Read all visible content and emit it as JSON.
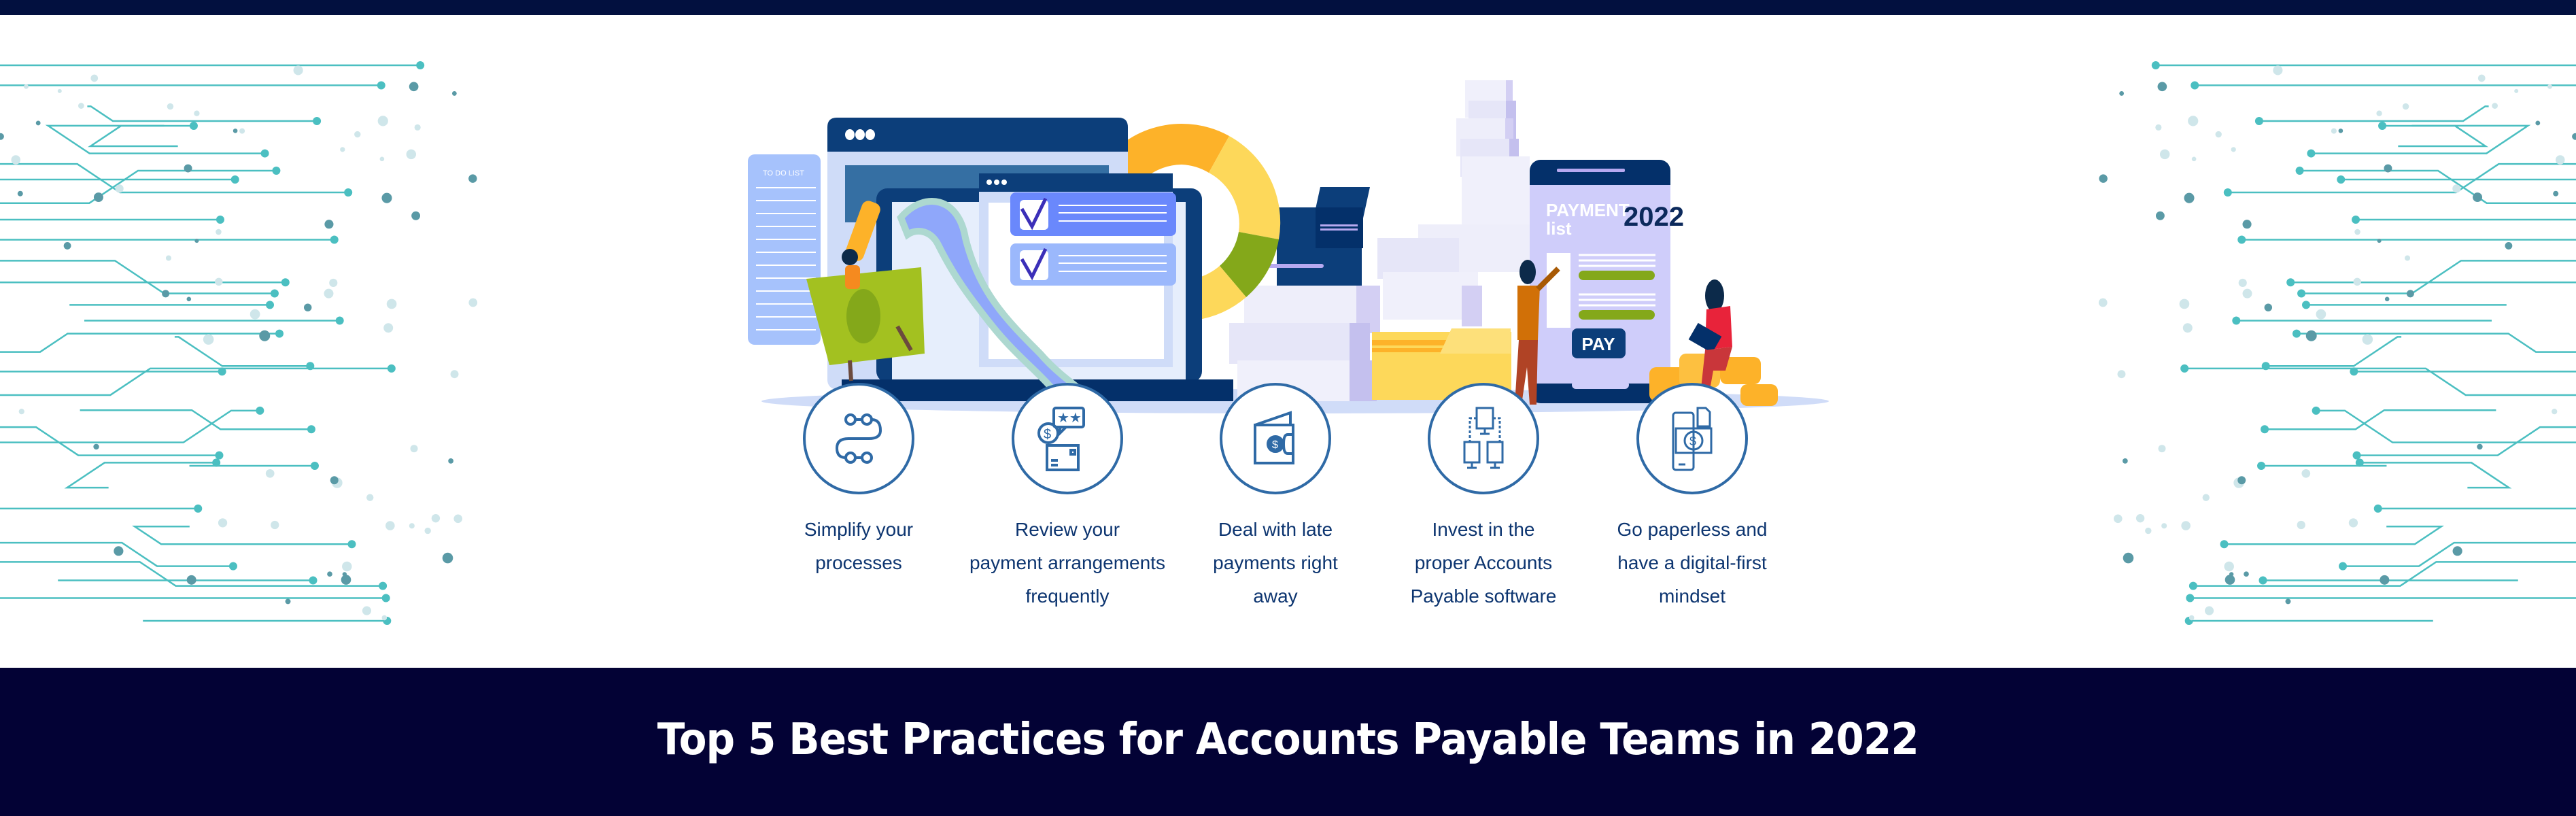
{
  "banner": {
    "title": "Top 5 Best Practices for Accounts Payable Teams in 2022"
  },
  "illustration": {
    "todo_label": "TO DO LIST",
    "payment_label_line1": "PAYMENT",
    "payment_label_line2": "list",
    "year": "2022",
    "pay_button": "PAY"
  },
  "practices": [
    {
      "icon": "process-flow-icon",
      "lines": [
        "Simplify your",
        "processes"
      ]
    },
    {
      "icon": "payment-review-icon",
      "lines": [
        "Review your",
        "payment arrangements",
        "frequently"
      ]
    },
    {
      "icon": "wallet-icon",
      "lines": [
        "Deal with late",
        "payments right",
        "away"
      ]
    },
    {
      "icon": "software-network-icon",
      "lines": [
        "Invest in the",
        "proper Accounts",
        "Payable software"
      ]
    },
    {
      "icon": "paperless-mobile-icon",
      "lines": [
        "Go paperless and",
        "have a digital-first",
        "mindset"
      ]
    }
  ],
  "colors": {
    "navy": "#030235",
    "brand_blue": "#0c3e7a",
    "circuit_teal": "#4bbfc1",
    "icon_stroke": "#2f6aa6",
    "caption_text": "#0d3570"
  }
}
